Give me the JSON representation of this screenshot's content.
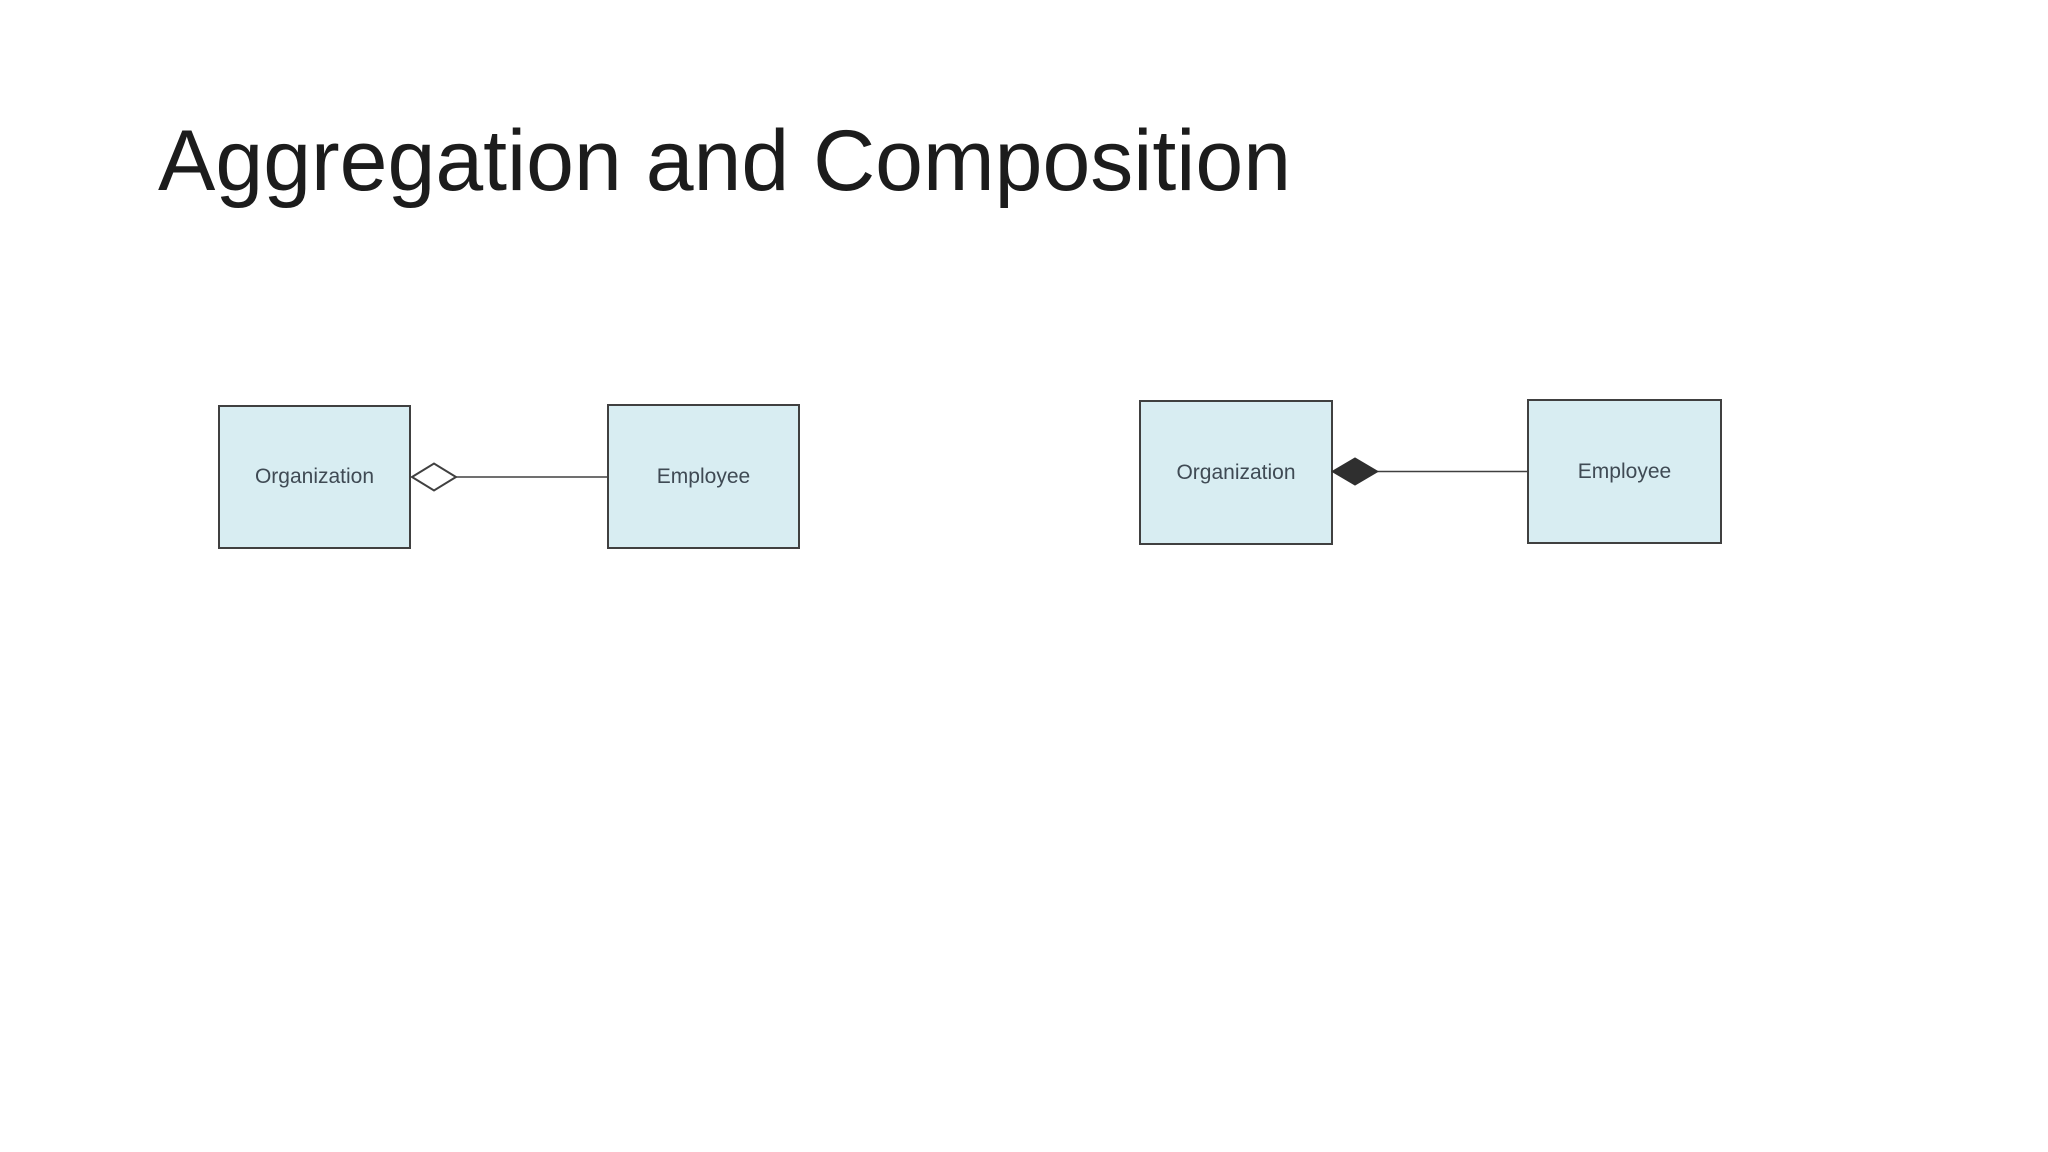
{
  "slide": {
    "title": "Aggregation and Composition",
    "background_color": "#ffffff",
    "title_color": "#1c1c1c"
  },
  "colors": {
    "box_fill": "#d8edf2",
    "box_border": "#404040",
    "box_text_color": "#3f4a54",
    "connector_color": "#404040",
    "hollow_diamond_fill": "#ffffff",
    "filled_diamond_fill": "#2f2f2f"
  },
  "diagrams": [
    {
      "id": "aggregation",
      "relationship_type": "aggregation",
      "diamond_style": "hollow",
      "source_box_label": "Organization",
      "target_box_label": "Employee"
    },
    {
      "id": "composition",
      "relationship_type": "composition",
      "diamond_style": "filled",
      "source_box_label": "Organization",
      "target_box_label": "Employee"
    }
  ]
}
